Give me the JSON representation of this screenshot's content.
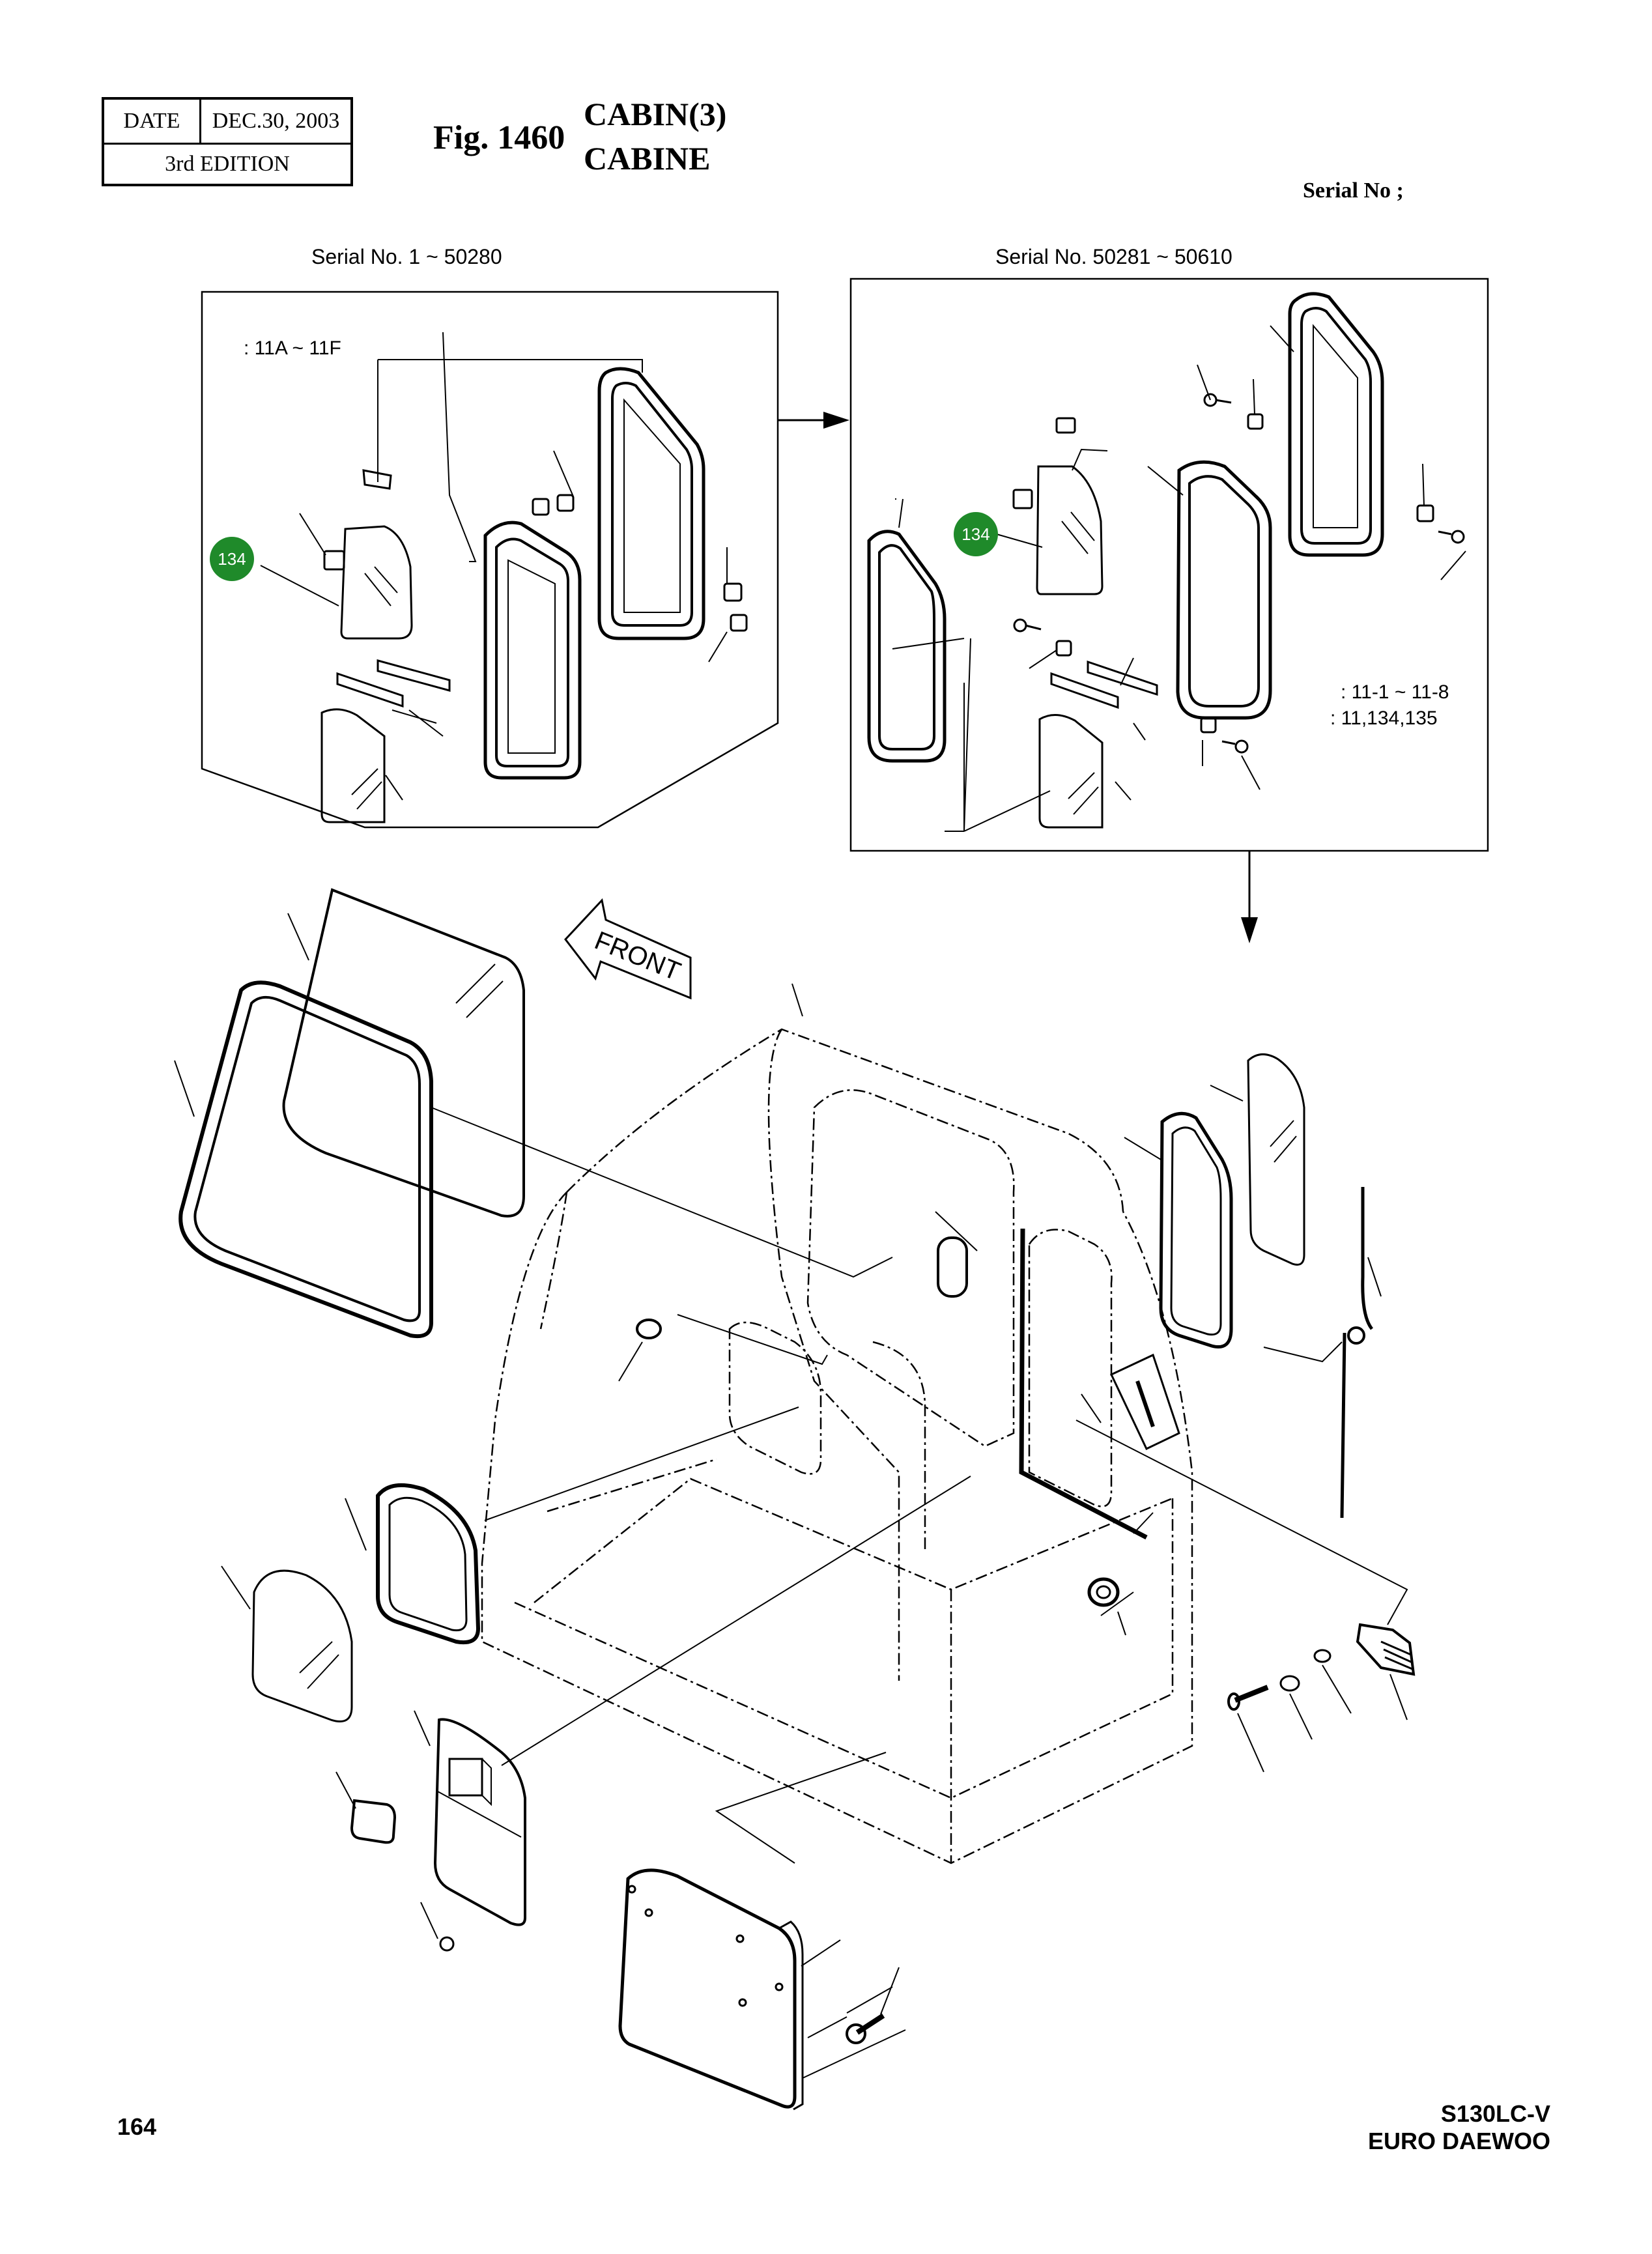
{
  "header": {
    "date_label": "DATE",
    "date_value": "DEC.30, 2003",
    "edition": "3rd  EDITION",
    "fig_label": "Fig. 1460",
    "title_en": "CABIN(3)",
    "title_fr": "CABINE",
    "serial_label": "Serial No ;"
  },
  "insets": {
    "left_serial": "Serial No. 1 ~ 50280",
    "right_serial": "Serial No. 50281 ~ 50610",
    "left_note": ": 11A ~ 11F",
    "right_note_1": ": 11-1 ~ 11-8",
    "right_note_2": ": 11,134,135"
  },
  "badges": {
    "left": "134",
    "right": "134"
  },
  "front_label": "FRONT",
  "footer": {
    "page_number": "164",
    "model_line_1": "S130LC-V",
    "model_line_2": "EURO DAEWOO"
  },
  "colors": {
    "badge": "#1f8a2a",
    "line": "#000000"
  }
}
